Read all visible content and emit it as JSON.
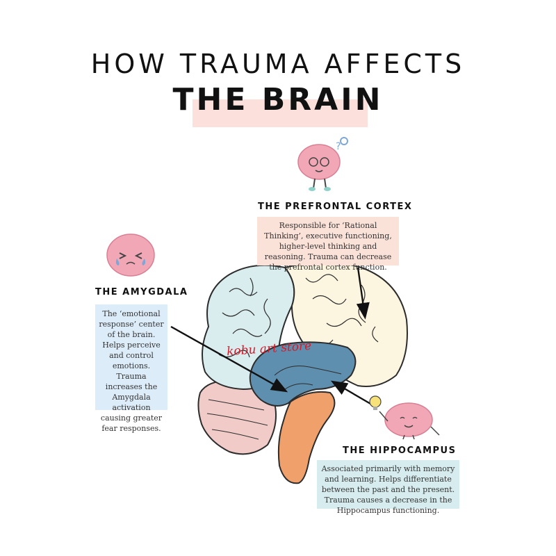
{
  "title": {
    "line1": "HOW TRAUMA AFFECTS",
    "line2": "THE BRAIN"
  },
  "sections": {
    "prefrontal": {
      "label": "THE PREFRONTAL CORTEX",
      "description": "Responsible for ‘Rational Thinking’, executive functioning, higher-level thinking and reasoning. Trauma can decrease the prefrontal cortex function.",
      "box_color": "#fbe2d8"
    },
    "amygdala": {
      "label": "THE AMYGDALA",
      "description": "The ‘emotional response’ center of the brain. Helps perceive and control emotions. Trauma increases the Amygdala activation causing greater fear responses.",
      "box_color": "#dcecf8"
    },
    "hippocampus": {
      "label": "THE HIPPOCAMPUS",
      "description": "Associated primarily with memory and learning. Helps differentiate between the past and the present. Trauma causes a decrease in the Hippocampus functioning.",
      "box_color": "#d6ecee"
    }
  },
  "watermark": "kobu art store",
  "brain_colors": {
    "occipital_parietal": "#d9ecee",
    "frontal": "#fcf5df",
    "limbic": "#5f8fae",
    "cerebellum": "#f0cbc8",
    "brainstem": "#f0a06a",
    "outline": "#2c2c2c"
  },
  "icons": {
    "prefrontal": "confused-brain-character-icon",
    "amygdala": "crying-brain-character-icon",
    "hippocampus": "idea-brain-character-icon"
  }
}
